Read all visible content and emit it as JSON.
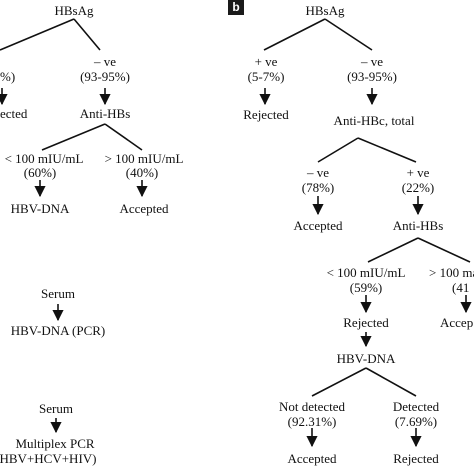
{
  "panel_b": {
    "badge": "b"
  },
  "left": {
    "root": "HBsAg",
    "neg": "– ve",
    "neg_pct": "(93-95%)",
    "pos_pct_fragment": "%)",
    "rejected_fragment": "ected",
    "anti_hbs": "Anti-HBs",
    "lt100": "< 100 mIU/mL",
    "lt100_pct": "(60%)",
    "gt100": "> 100 mIU/mL",
    "gt100_pct": "(40%)",
    "hbv_dna": "HBV-DNA",
    "accepted": "Accepted",
    "serum1": "Serum",
    "hbv_dna_pcr": "HBV-DNA (PCR)",
    "serum2": "Serum",
    "multiplex": "Multiplex PCR",
    "multiplex_targets": "HBV+HCV+HIV)"
  },
  "right": {
    "root": "HBsAg",
    "pos": "+ ve",
    "pos_pct": "(5-7%)",
    "neg": "– ve",
    "neg_pct": "(93-95%)",
    "rejected": "Rejected",
    "anti_hbc": "Anti-HBc, total",
    "neg2": "– ve",
    "neg2_pct": "(78%)",
    "pos2": "+ ve",
    "pos2_pct": "(22%)",
    "accepted1": "Accepted",
    "anti_hbs": "Anti-HBs",
    "lt100": "< 100 mIU/mL",
    "lt100_pct": "(59%)",
    "gt100": "> 100 ma",
    "gt100_pct": "(41",
    "rejected2": "Rejected",
    "accepted2_fragment": "Accep",
    "hbv_dna": "HBV-DNA",
    "not_detected": "Not detected",
    "not_detected_pct": "(92.31%)",
    "detected": "Detected",
    "detected_pct": "(7.69%)",
    "accepted3": "Accepted",
    "rejected3": "Rejected"
  }
}
